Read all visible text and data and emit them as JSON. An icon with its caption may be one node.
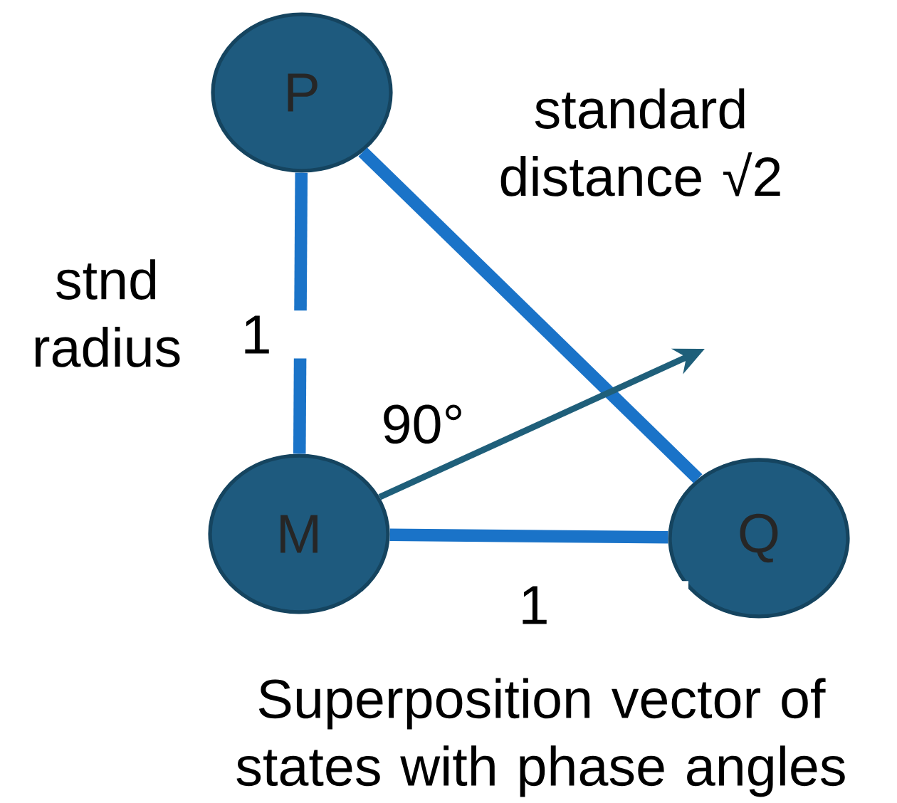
{
  "diagram": {
    "caption": "Superposition vector of states with phase angles",
    "nodes": [
      {
        "text": [
          "P"
        ]
      },
      {
        "text": [
          "M"
        ]
      },
      {
        "text": [
          "Q"
        ]
      }
    ],
    "edges": [
      {
        "from": 0,
        "to": 1,
        "arrow": "none",
        "label": "1"
      },
      {
        "from": 0,
        "to": 2,
        "arrow": "none",
        "label": "standard distance √2"
      },
      {
        "from": 1,
        "to": 2,
        "arrow": "none",
        "label": "1"
      },
      {
        "from": 1,
        "to": null,
        "arrow": "to",
        "color": "#1f5f7a"
      }
    ],
    "labels": [
      "stnd radius",
      "90°"
    ]
  }
}
